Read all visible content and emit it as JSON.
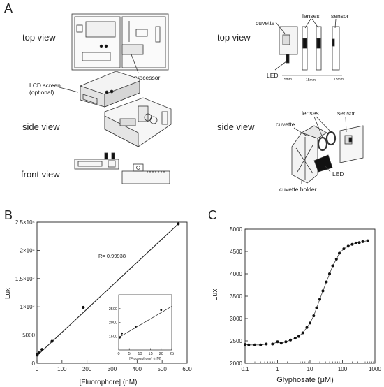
{
  "figure": {
    "panelA": {
      "letter": "A",
      "left_views": {
        "top": "top view",
        "side": "side view",
        "front": "front view"
      },
      "lcd_label": "LCD screen\n(optional)",
      "processor_label": "processor",
      "right_views": {
        "top": "top view",
        "side": "side view"
      },
      "top_callouts": {
        "cuvette": "cuvette",
        "lenses": "lenses",
        "sensor": "sensor",
        "led": "LED",
        "dim1": "15mm",
        "dim2": "15mm",
        "dim3": "15mm"
      },
      "side_callouts": {
        "lenses": "lenses",
        "sensor": "sensor",
        "cuvette": "cuvette",
        "led": "LED",
        "holder": "cuvette holder"
      }
    },
    "panelB": {
      "letter": "B",
      "annotation": "R= 0.99938",
      "inset_xlabel": "[Fluorophore] (nM)",
      "inset_xticks": [
        "0",
        "5",
        "10",
        "15",
        "20",
        "25"
      ],
      "inset_yticks": [
        "1500",
        "2000",
        "2500"
      ]
    },
    "panelC": {
      "letter": "C"
    }
  },
  "chart_data": [
    {
      "type": "scatter",
      "panel": "B",
      "xlabel": "[Fluorophore] (nM)",
      "ylabel": "Lux",
      "xlim": [
        0,
        600
      ],
      "ylim": [
        0,
        25000
      ],
      "xticks": [
        "0",
        "100",
        "200",
        "300",
        "400",
        "500",
        "600"
      ],
      "yticks": [
        "0",
        "5000",
        "1×10⁴",
        "1.5×10⁴",
        "2×10⁴",
        "2.5×10⁴"
      ],
      "points": [
        [
          0.5,
          1450
        ],
        [
          1.5,
          1600
        ],
        [
          8,
          1850
        ],
        [
          20,
          2450
        ],
        [
          60,
          3900
        ],
        [
          185,
          9900
        ],
        [
          565,
          24700
        ]
      ],
      "fit_line": [
        [
          0,
          1350
        ],
        [
          565,
          24700
        ]
      ],
      "inset": {
        "xlim": [
          0,
          25
        ],
        "ylim": [
          1000,
          3000
        ],
        "points": [
          [
            0.5,
            1450
          ],
          [
            1.5,
            1600
          ],
          [
            8,
            1850
          ],
          [
            20,
            2450
          ]
        ],
        "fit_line": [
          [
            0,
            1450
          ],
          [
            25,
            2580
          ]
        ]
      }
    },
    {
      "type": "scatter",
      "panel": "C",
      "xlabel": "Glyphosate (μM)",
      "ylabel": "Lux",
      "xscale": "log",
      "xlim": [
        0.1,
        1000
      ],
      "ylim": [
        2000,
        5000
      ],
      "xticks": [
        "0.1",
        "1",
        "10",
        "100",
        "1000"
      ],
      "yticks": [
        "2000",
        "2500",
        "3000",
        "3500",
        "4000",
        "4500",
        "5000"
      ],
      "points": [
        [
          0.1,
          2420
        ],
        [
          0.13,
          2410
        ],
        [
          0.2,
          2410
        ],
        [
          0.3,
          2410
        ],
        [
          0.45,
          2430
        ],
        [
          0.7,
          2430
        ],
        [
          1,
          2480
        ],
        [
          1.3,
          2450
        ],
        [
          1.8,
          2480
        ],
        [
          2.5,
          2520
        ],
        [
          3.5,
          2560
        ],
        [
          4.5,
          2600
        ],
        [
          6,
          2680
        ],
        [
          8,
          2800
        ],
        [
          10,
          2900
        ],
        [
          13,
          3060
        ],
        [
          16,
          3240
        ],
        [
          20,
          3430
        ],
        [
          25,
          3620
        ],
        [
          32,
          3820
        ],
        [
          40,
          4000
        ],
        [
          50,
          4180
        ],
        [
          65,
          4330
        ],
        [
          80,
          4460
        ],
        [
          110,
          4560
        ],
        [
          150,
          4620
        ],
        [
          200,
          4660
        ],
        [
          260,
          4690
        ],
        [
          330,
          4700
        ],
        [
          420,
          4720
        ],
        [
          600,
          4740
        ]
      ]
    }
  ]
}
